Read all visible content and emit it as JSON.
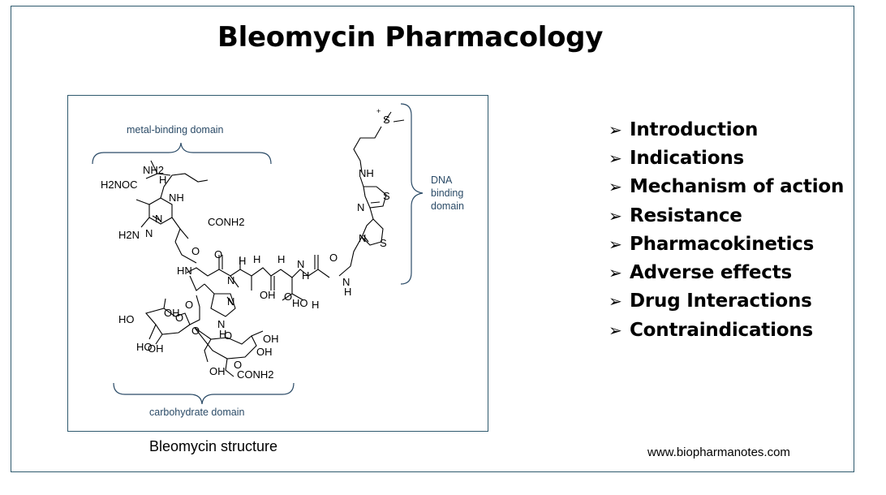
{
  "slide": {
    "title": "Bleomycin Pharmacology",
    "website": "www.biopharmanotes.com"
  },
  "figure": {
    "caption": "Bleomycin structure",
    "domains": {
      "metal_binding": "metal-binding domain",
      "dna_binding": [
        "DNA",
        "binding",
        "domain"
      ],
      "carbohydrate": "carbohydrate domain"
    },
    "atom_labels": [
      "+",
      "S",
      "NH",
      "S",
      "N",
      "N",
      "S",
      "NH2",
      "H",
      "H2NOC",
      "NH",
      "CONH2",
      "N",
      "N",
      "H2N",
      "O",
      "HN",
      "O",
      "N",
      "H",
      "H",
      "H",
      "OH",
      "O",
      "N",
      "H",
      "O",
      "N",
      "H",
      "HO",
      "H",
      "O",
      "N",
      "N",
      "H",
      "HO",
      "OH",
      "O",
      "O",
      "HO",
      "OH",
      "O",
      "OH",
      "OH",
      "OH",
      "O",
      "CONH2"
    ]
  },
  "contents": {
    "arrow_glyph": "➢",
    "items": [
      "Introduction",
      "Indications",
      "Mechanism of action",
      "Resistance",
      "Pharmacokinetics",
      "Adverse effects",
      "Drug Interactions",
      "Contraindications"
    ]
  }
}
